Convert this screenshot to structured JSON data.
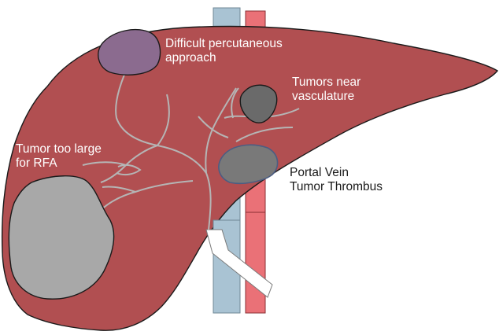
{
  "labels": {
    "difficult_percutaneous": "Difficult percutaneous\napproach",
    "tumors_near_vasculature": "Tumors near\nvasculature",
    "tumor_too_large": "Tumor too large\nfor RFA",
    "portal_vein_thrombus": "Portal Vein\nTumor Thrombus"
  },
  "colors": {
    "liver": "#b14f51",
    "liver_outline": "#1a1a1a",
    "vessel_blue": "#a9c3d3",
    "vessel_red": "#ea7177",
    "portal_vein_white": "#ffffff",
    "vessel_lines": "#b5b5b5",
    "tumor_purple": "#8b6b8f",
    "tumor_dark": "#6a6a6a",
    "tumor_thrombus": "#797979",
    "tumor_large": "#a8a8a8",
    "label_light": "#ffffff",
    "label_dark": "#1a1a1a"
  }
}
